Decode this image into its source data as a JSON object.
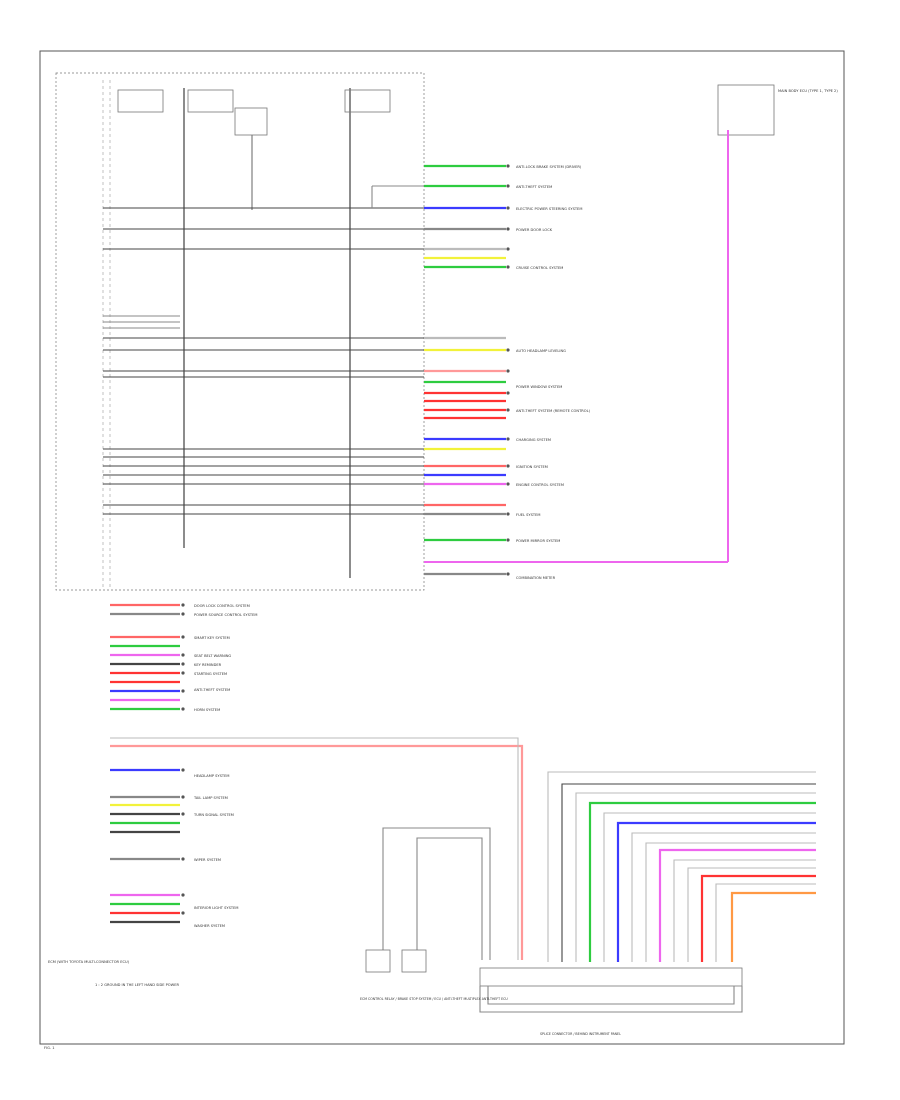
{
  "diagram": {
    "left_ecu_label": "ECM (WITH TOYOTA MULTI-CONNECTOR ECU)",
    "footnote": "1 : 2 GROUND IN THE LEFT HAND SIDE POWER",
    "page_id": "FIG. 1",
    "bottom_center_label": "ECM CONTROL RELAY / BRAKE STOP SYSTEM / ECU / ANTI-THEFT MULTIPLEX ANTI-THEFT ECU",
    "bottom_right_label": "SPLICE CONNECTOR / BEHIND INSTRUMENT PANEL",
    "right_module_label": "MAIN BODY ECU (TYPE 1, TYPE 2)",
    "right_wires": [
      {
        "text": "ANTI-LOCK BRAKE SYSTEM (DRIVER)"
      },
      {
        "text": "ANTI-THEFT SYSTEM"
      },
      {
        "text": "ELECTRIC POWER STEERING SYSTEM"
      },
      {
        "text": "POWER DOOR LOCK"
      },
      {
        "text": "CRUISE CONTROL SYSTEM"
      },
      {
        "text": "AUTO HEADLAMP LEVELING"
      },
      {
        "text": "POWER WINDOW SYSTEM"
      },
      {
        "text": "ANTI-THEFT SYSTEM (REMOTE CONTROL)"
      },
      {
        "text": "CHARGING SYSTEM"
      },
      {
        "text": "IGNITION SYSTEM"
      },
      {
        "text": "ENGINE CONTROL SYSTEM"
      },
      {
        "text": "FUEL SYSTEM"
      },
      {
        "text": "POWER MIRROR SYSTEM"
      },
      {
        "text": "COMBINATION METER"
      }
    ],
    "left_wires": [
      {
        "text": "DOOR LOCK CONTROL SYSTEM"
      },
      {
        "text": "POWER SOURCE CONTROL SYSTEM"
      },
      {
        "text": "SMART KEY SYSTEM"
      },
      {
        "text": "SEAT BELT WARNING"
      },
      {
        "text": "KEY REMINDER"
      },
      {
        "text": "STARTING SYSTEM"
      },
      {
        "text": "ANTI-THEFT SYSTEM"
      },
      {
        "text": "HORN SYSTEM"
      },
      {
        "text": "HEADLAMP SYSTEM"
      },
      {
        "text": "TAIL LAMP SYSTEM"
      },
      {
        "text": "TURN SIGNAL SYSTEM"
      },
      {
        "text": "WIPER SYSTEM"
      },
      {
        "text": "INTERIOR LIGHT SYSTEM"
      },
      {
        "text": "WASHER SYSTEM"
      }
    ],
    "colors": {
      "green": "#2ecc40",
      "blue": "#3b3bff",
      "yellow": "#f2f23a",
      "red": "#ff3333",
      "pink": "#ff66cc",
      "magenta": "#ee44ee",
      "orange": "#ff9944",
      "grey": "#888888"
    }
  }
}
